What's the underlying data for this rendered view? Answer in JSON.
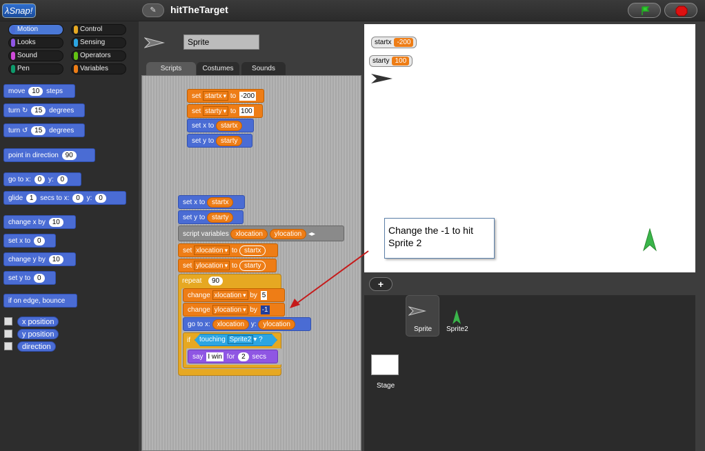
{
  "app": {
    "logo": "Snap!",
    "project_title": "hitTheTarget",
    "project_button_icon": "pencil-icon"
  },
  "categories": [
    {
      "label": "Motion",
      "color": "#4a6cd4",
      "selected": true
    },
    {
      "label": "Control",
      "color": "#e6a822"
    },
    {
      "label": "Looks",
      "color": "#8f56e3"
    },
    {
      "label": "Sensing",
      "color": "#2ca5e2"
    },
    {
      "label": "Sound",
      "color": "#cf4ad9"
    },
    {
      "label": "Operators",
      "color": "#62c213"
    },
    {
      "label": "Pen",
      "color": "#0e9a6c"
    },
    {
      "label": "Variables",
      "color": "#ee7d16"
    }
  ],
  "palette": {
    "move": {
      "a": "move",
      "v": "10",
      "b": "steps"
    },
    "turn_cw": {
      "a": "turn ↻",
      "v": "15",
      "b": "degrees"
    },
    "turn_ccw": {
      "a": "turn ↺",
      "v": "15",
      "b": "degrees"
    },
    "point": {
      "a": "point in direction",
      "v": "90"
    },
    "goto": {
      "a": "go to x:",
      "x": "0",
      "m": "y:",
      "y": "0"
    },
    "glide": {
      "a": "glide",
      "s": "1",
      "m1": "secs to x:",
      "x": "0",
      "m2": "y:",
      "y": "0"
    },
    "change_x": {
      "a": "change x by",
      "v": "10"
    },
    "set_x": {
      "a": "set x to",
      "v": "0"
    },
    "change_y": {
      "a": "change y by",
      "v": "10"
    },
    "set_y": {
      "a": "set y to",
      "v": "0"
    },
    "bounce": "if on edge, bounce",
    "rep_x": "x position",
    "rep_y": "y position",
    "rep_dir": "direction"
  },
  "sprite": {
    "name": "Sprite"
  },
  "tabs": [
    "Scripts",
    "Costumes",
    "Sounds"
  ],
  "scripts": {
    "s1": {
      "set": "set",
      "startx": "startx",
      "to": "to",
      "v1": "-200",
      "starty": "starty",
      "v2": "100"
    },
    "s1b": {
      "setx": "set x to",
      "startx": "startx",
      "sety": "set y to",
      "starty": "starty"
    },
    "s2": {
      "setx": "set x to",
      "startx": "startx",
      "sety": "set y to",
      "starty": "starty",
      "script_vars": "script variables",
      "xloc": "xlocation",
      "yloc": "ylocation",
      "set": "set",
      "to": "to",
      "repeat": "repeat",
      "repeat_n": "90",
      "change": "change",
      "by": "by",
      "cx": "5",
      "cy": "-1",
      "goto": "go to x:",
      "ylbl": "y:",
      "if": "if",
      "touching": "touching",
      "target": "Sprite2",
      "q": "?",
      "say": "say",
      "msg": "I win",
      "for": "for",
      "secs_n": "2",
      "secs": "secs"
    }
  },
  "stage": {
    "watchers": [
      {
        "label": "startx",
        "value": "-200"
      },
      {
        "label": "starty",
        "value": "100"
      }
    ],
    "callout": "Change the -1 to hit Sprite 2"
  },
  "corral": {
    "add": "+",
    "sprites": [
      "Sprite",
      "Sprite2"
    ],
    "stage_label": "Stage"
  }
}
